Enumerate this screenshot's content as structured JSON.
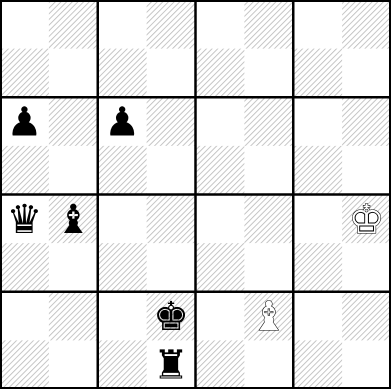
{
  "board": {
    "files": 8,
    "ranks": 8,
    "orientation": "white-bottom",
    "colors": {
      "light": "#ffffff",
      "dark_hatch": "#b8b8b8",
      "lines": "#000000"
    }
  },
  "pieces": [
    {
      "name": "black-pawn-a6",
      "square": "a6",
      "color": "black",
      "type": "pawn",
      "glyph": "♟"
    },
    {
      "name": "black-pawn-c6",
      "square": "c6",
      "color": "black",
      "type": "pawn",
      "glyph": "♟"
    },
    {
      "name": "black-queen-a4",
      "square": "a4",
      "color": "black",
      "type": "queen",
      "glyph": "♛"
    },
    {
      "name": "black-bishop-b4",
      "square": "b4",
      "color": "black",
      "type": "bishop",
      "glyph": "♝"
    },
    {
      "name": "white-king-h4",
      "square": "h4",
      "color": "white",
      "type": "king",
      "glyph": "♚"
    },
    {
      "name": "black-king-d2",
      "square": "d2",
      "color": "black",
      "type": "king",
      "glyph": "♚"
    },
    {
      "name": "white-bishop-f2",
      "square": "f2",
      "color": "white",
      "type": "bishop",
      "glyph": "♝"
    },
    {
      "name": "black-rook-d1",
      "square": "d1",
      "color": "black",
      "type": "rook",
      "glyph": "♜"
    }
  ]
}
